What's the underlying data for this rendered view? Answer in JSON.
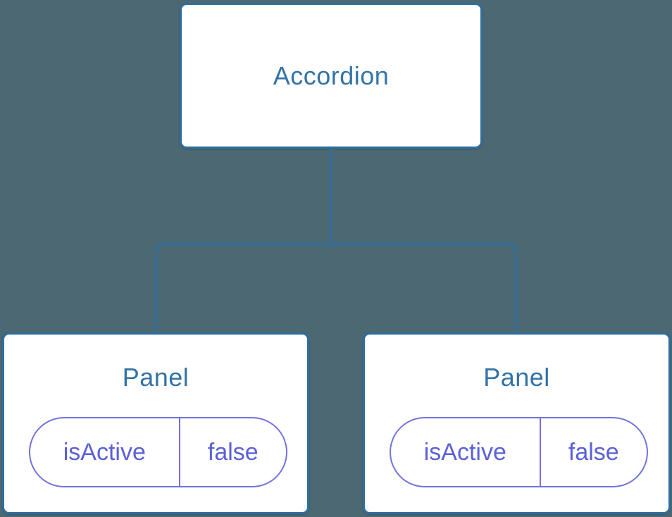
{
  "diagram": {
    "type": "component-tree",
    "description": "React component tree: Accordion parent with two Panel children, each holding local state isActive=false",
    "root": {
      "label": "Accordion"
    },
    "children": [
      {
        "label": "Panel",
        "state": {
          "key": "isActive",
          "value": "false"
        }
      },
      {
        "label": "Panel",
        "state": {
          "key": "isActive",
          "value": "false"
        }
      }
    ],
    "edges": [
      {
        "from": "Accordion",
        "to": "Panel (left)"
      },
      {
        "from": "Accordion",
        "to": "Panel (right)"
      }
    ],
    "colors": {
      "background": "#4c6872",
      "node_background": "#ffffff",
      "node_border": "#2e6f9f",
      "node_label_text": "#3273a5",
      "connector": "#2e6f9f",
      "state_pill_border": "#7373de",
      "state_pill_text": "#5b5fd9"
    }
  }
}
